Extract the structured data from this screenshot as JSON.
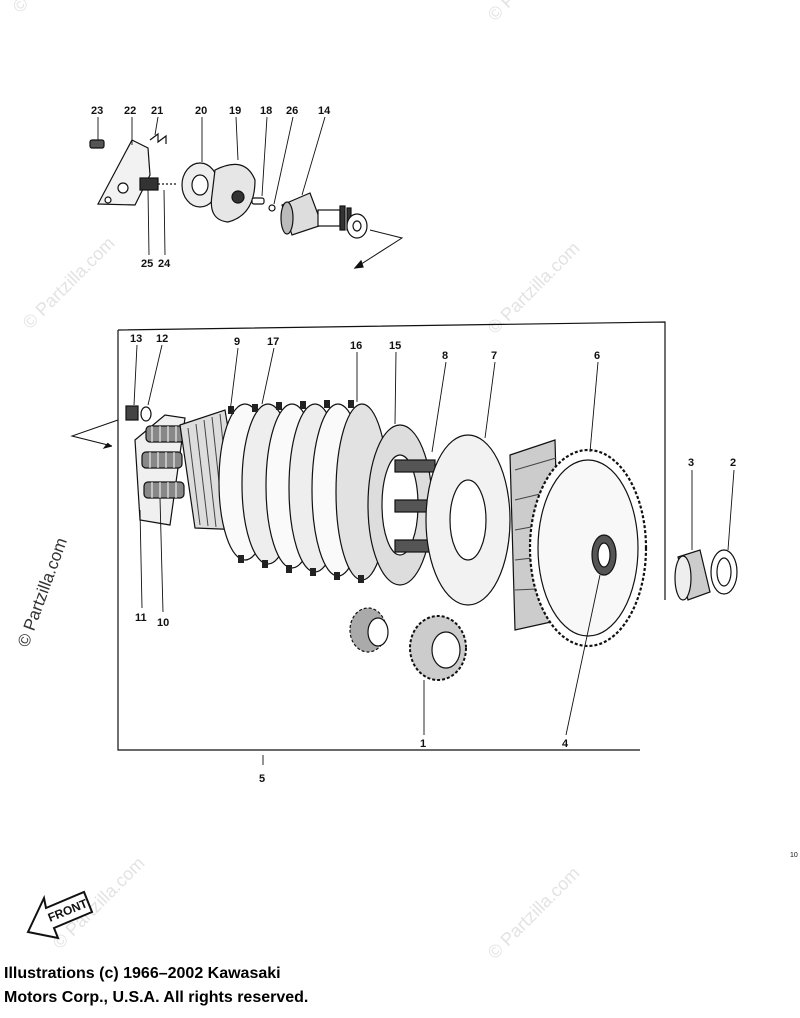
{
  "callouts": [
    "1",
    "2",
    "3",
    "4",
    "5",
    "6",
    "7",
    "8",
    "9",
    "10",
    "11",
    "12",
    "13",
    "14",
    "15",
    "16",
    "17",
    "18",
    "19",
    "20",
    "21",
    "22",
    "23",
    "24",
    "25",
    "26"
  ],
  "watermark": "© Partzilla.com",
  "front_label": "FRONT",
  "copyright": {
    "line1": "Illustrations (c) 1966–2002 Kawasaki",
    "line2": "Motors Corp., U.S.A.  All rights reserved."
  },
  "page_code": "10"
}
